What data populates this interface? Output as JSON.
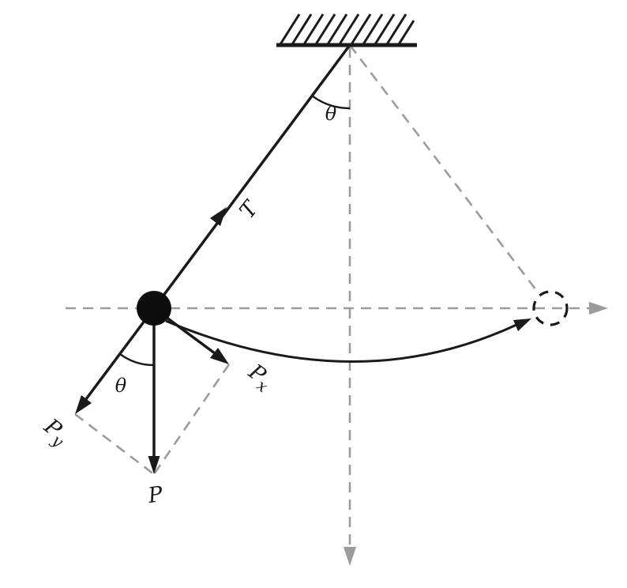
{
  "diagram": {
    "description": "Pendulum free-body diagram with tension and weight components",
    "colors": {
      "ink": "#1a1a1a",
      "guide_gray": "#9b9b9b",
      "background": "#ffffff"
    },
    "labels": {
      "theta_top": "θ",
      "theta_bottom": "θ",
      "tension": "T",
      "weight": "P",
      "weight_x_main": "P",
      "weight_x_sub": "x",
      "weight_y_main": "P",
      "weight_y_sub": "y"
    }
  }
}
